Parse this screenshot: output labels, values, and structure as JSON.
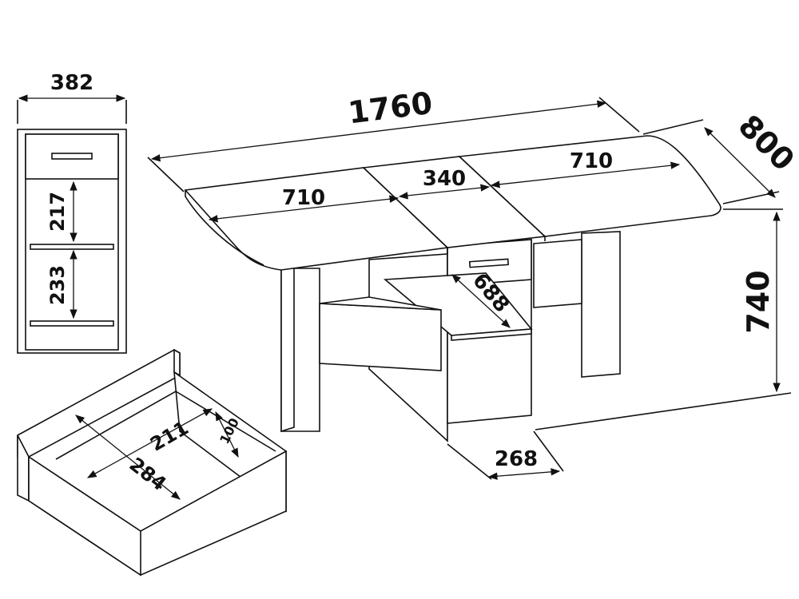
{
  "dimensions": {
    "width_full": "1760",
    "leaf_left": "710",
    "center": "340",
    "leaf_right": "710",
    "depth": "800",
    "height": "740",
    "cabinet_width": "382",
    "shelf_upper": "217",
    "shelf_lower": "233",
    "pullout_shelf": "688",
    "base_depth": "268",
    "drawer_inner_length": "284",
    "drawer_inner_width": "211",
    "drawer_inner_height": "100"
  }
}
